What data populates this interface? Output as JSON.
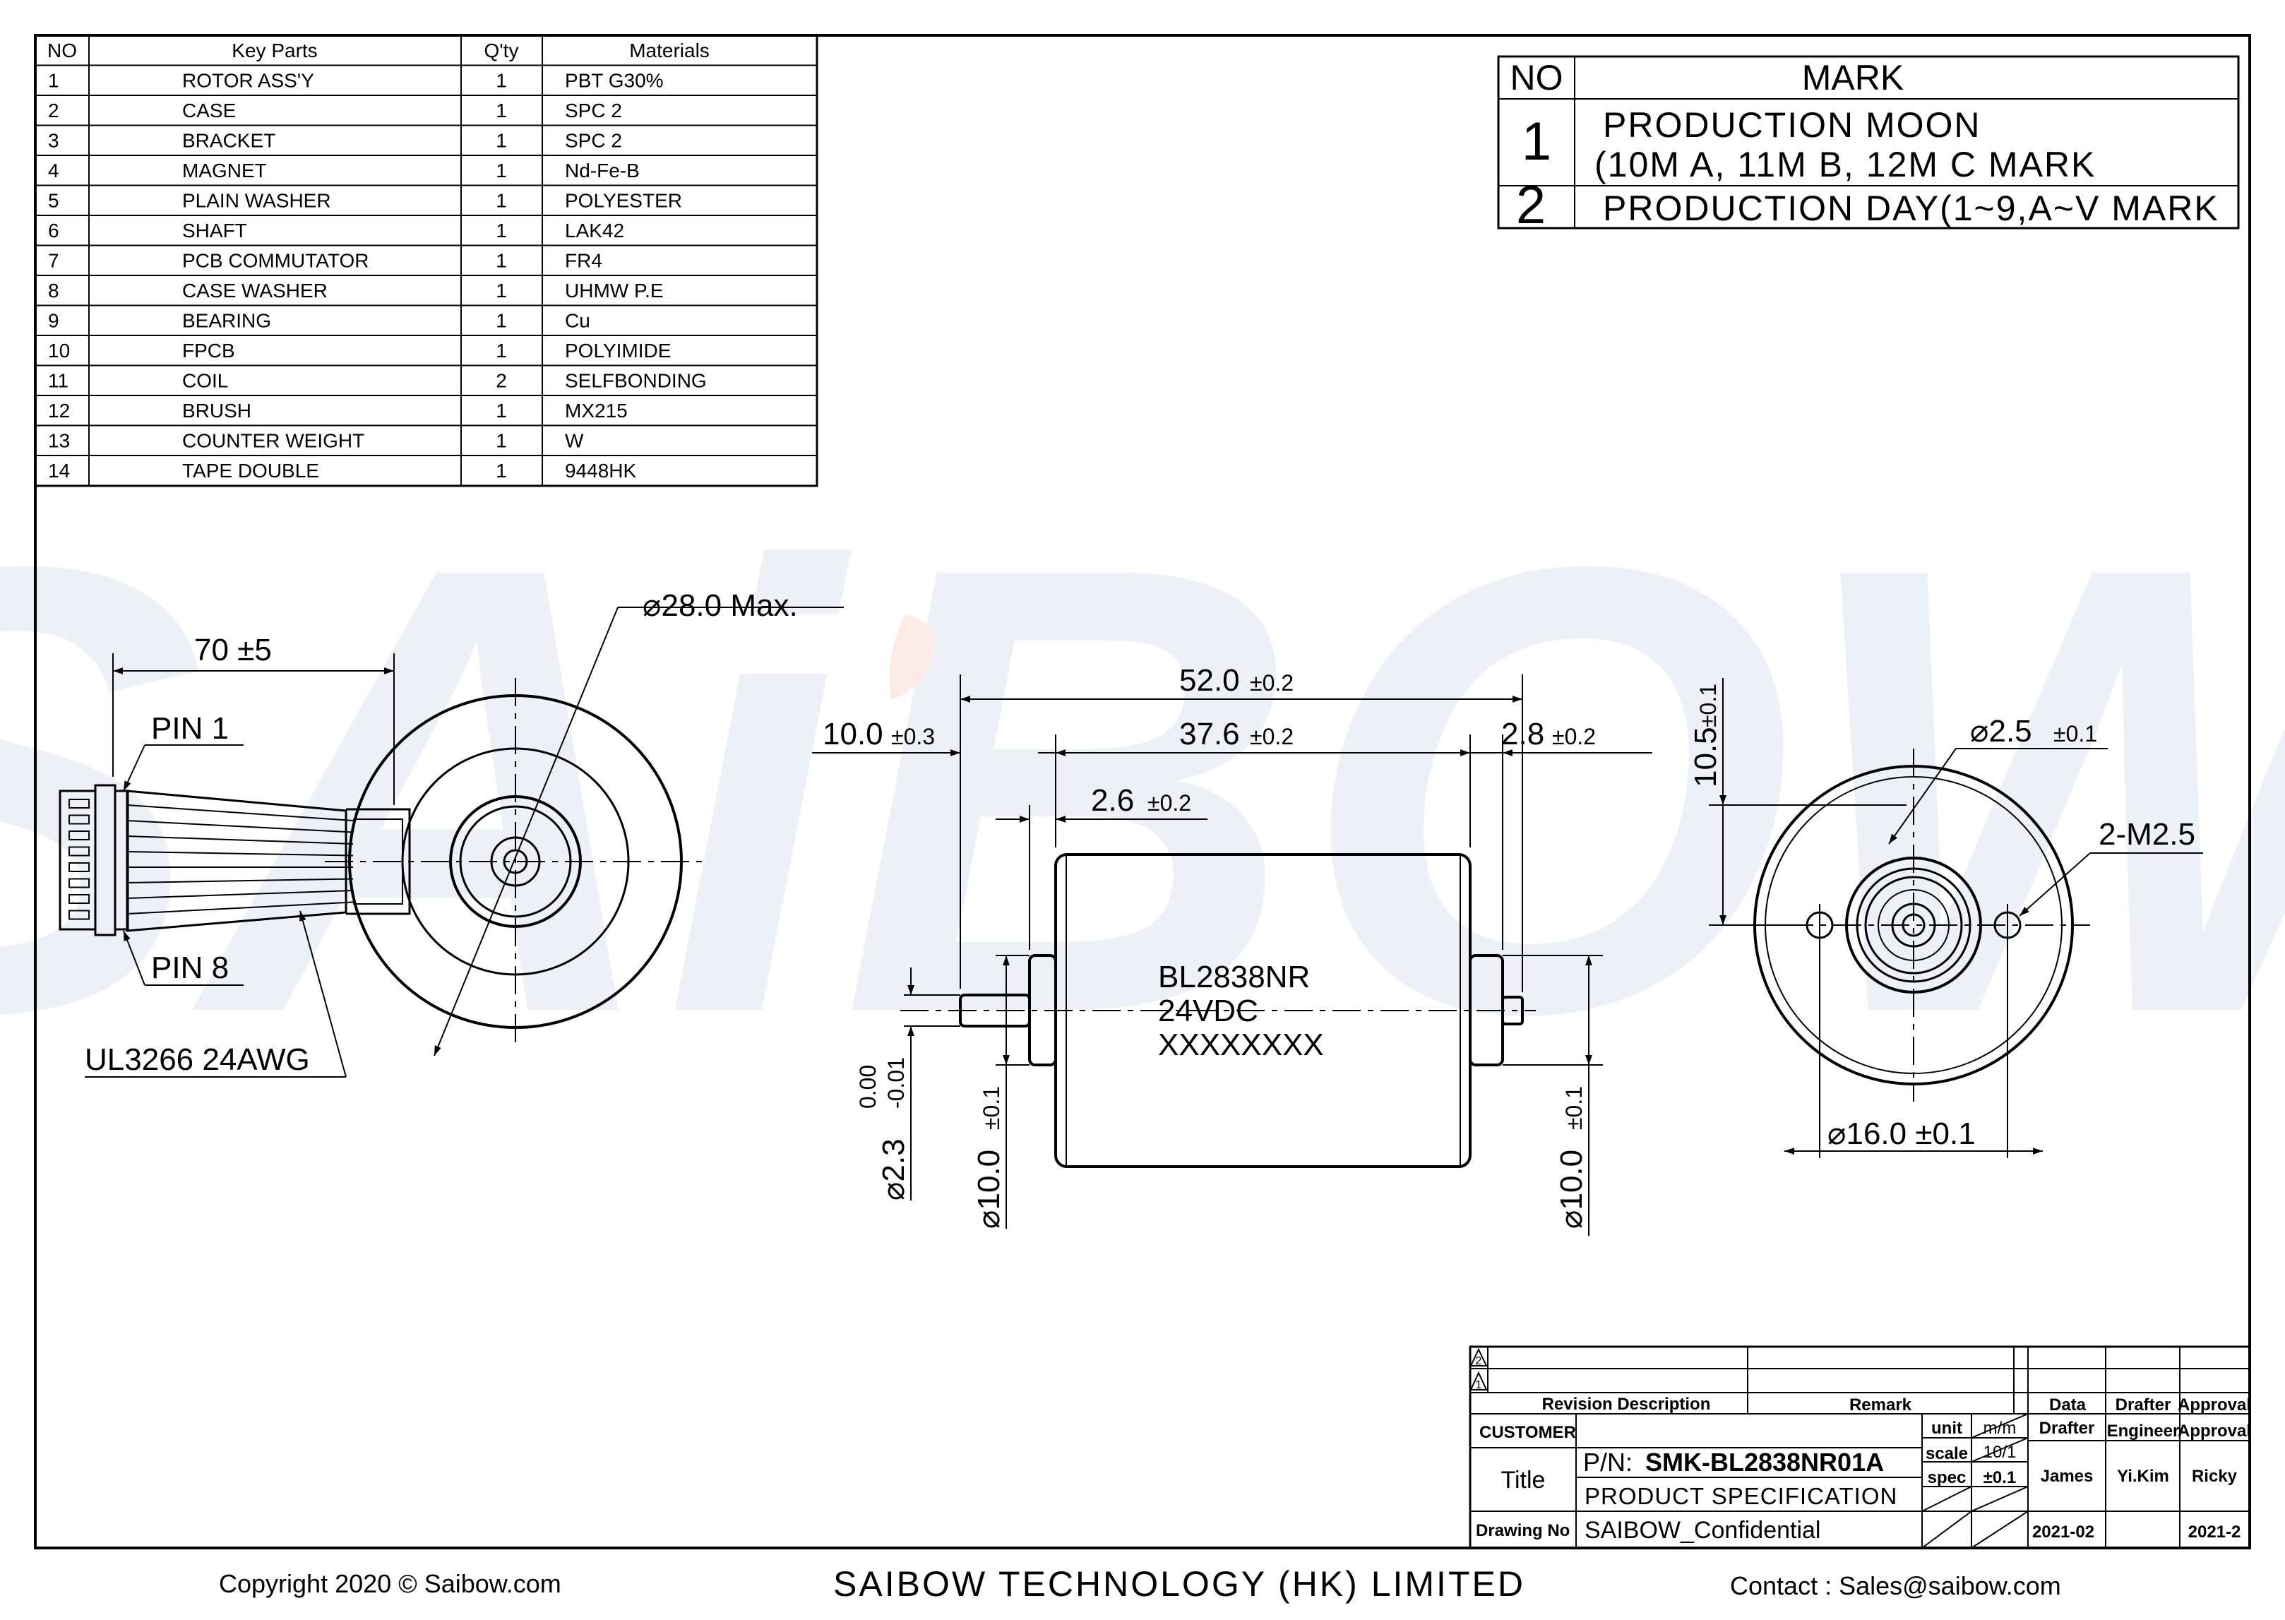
{
  "parts_table": {
    "headers": [
      "NO",
      "Key Parts",
      "Q'ty",
      "Materials"
    ],
    "rows": [
      [
        "1",
        "ROTOR ASS'Y",
        "1",
        "PBT G30%"
      ],
      [
        "2",
        "CASE",
        "1",
        "SPC 2"
      ],
      [
        "3",
        "BRACKET",
        "1",
        "SPC 2"
      ],
      [
        "4",
        "MAGNET",
        "1",
        "Nd-Fe-B"
      ],
      [
        "5",
        "PLAIN WASHER",
        "1",
        "POLYESTER"
      ],
      [
        "6",
        "SHAFT",
        "1",
        "LAK42"
      ],
      [
        "7",
        "PCB COMMUTATOR",
        "1",
        "FR4"
      ],
      [
        "8",
        "CASE WASHER",
        "1",
        "UHMW P.E"
      ],
      [
        "9",
        "BEARING",
        "1",
        "Cu"
      ],
      [
        "10",
        "FPCB",
        "1",
        "POLYIMIDE"
      ],
      [
        "11",
        "COIL",
        "2",
        "SELFBONDING"
      ],
      [
        "12",
        "BRUSH",
        "1",
        "MX215"
      ],
      [
        "13",
        "COUNTER WEIGHT",
        "1",
        "W"
      ],
      [
        "14",
        "TAPE DOUBLE",
        "1",
        "9448HK"
      ]
    ]
  },
  "mark_table": {
    "headers": [
      "NO",
      "MARK"
    ],
    "rows": [
      {
        "no": "1",
        "line1": "PRODUCTION MOON",
        "line2": "(10M A, 11M B, 12M C MARK"
      },
      {
        "no": "2",
        "line1": "PRODUCTION DAY(1~9,A~V MARK",
        "line2": ""
      }
    ]
  },
  "watermark": "SAiBOW",
  "left_view": {
    "diameter": "⌀28.0 Max.",
    "lead_length": "70 ±5",
    "pin1": "PIN 1",
    "pin8": "PIN 8",
    "wire": "UL3266 24AWG"
  },
  "side_view": {
    "overall": {
      "value": "52.0",
      "tol": "±0.2"
    },
    "body": {
      "value": "37.6",
      "tol": "±0.2"
    },
    "front_shaft": {
      "value": "10.0",
      "tol": "±0.3"
    },
    "rear_boss": {
      "value": "2.8",
      "tol": "±0.2"
    },
    "boss_len": {
      "value": "2.6",
      "tol": "±0.2"
    },
    "label_lines": [
      "BL2838NR",
      "24VDC",
      "XXXXXXXX"
    ],
    "shaft_dia": {
      "value": "⌀2.3",
      "upper": "0.00",
      "lower": "-0.01"
    },
    "front_boss_dia": {
      "value": "⌀10.0",
      "tol": "±0.1"
    },
    "rear_boss_dia": {
      "value": "⌀10.0",
      "tol": "±0.1"
    }
  },
  "end_view": {
    "offset": {
      "value": "10.5",
      "tol": "±0.1"
    },
    "hole_dia": {
      "value": "⌀2.5",
      "tol": "±0.1"
    },
    "thread": "2-M2.5",
    "pcd": {
      "value": "⌀16.0 ±0.1"
    }
  },
  "title_block": {
    "rev_marks": [
      "2",
      "1"
    ],
    "col_revision": "Revision Description",
    "col_remark": "Remark",
    "col_data": "Data",
    "col_drafter": "Drafter",
    "col_approval": "Approval",
    "customer_label": "CUSTOMER",
    "unit_label": "unit",
    "unit_value": "m/m",
    "drafter_label": "Drafter",
    "engineer_label": "Engineer",
    "approval_label": "Approval",
    "title_label": "Title",
    "pn_prefix": "P/N:",
    "pn_value": "SMK-BL2838NR01A",
    "scale_label": "scale",
    "scale_value": "10/1",
    "spec_label": "spec",
    "spec_value": "±0.1",
    "drafter_name": "James",
    "engineer_name": "Yi.Kim",
    "approver_name": "Ricky",
    "product_spec": "PRODUCT SPECIFICATION",
    "drawing_no_label": "Drawing No",
    "drawing_no_value": "SAIBOW_Confidential",
    "date_drafter": "2021-02",
    "date_approval": "2021-2"
  },
  "footer": {
    "copyright": "Copyright 2020 © Saibow.com",
    "company": "SAIBOW TECHNOLOGY (HK) LIMITED",
    "contact": "Contact : Sales@saibow.com"
  },
  "colors": {
    "line": "#000000",
    "watermark": "#eef0f8",
    "watermark_accent": "#fde9e6"
  }
}
